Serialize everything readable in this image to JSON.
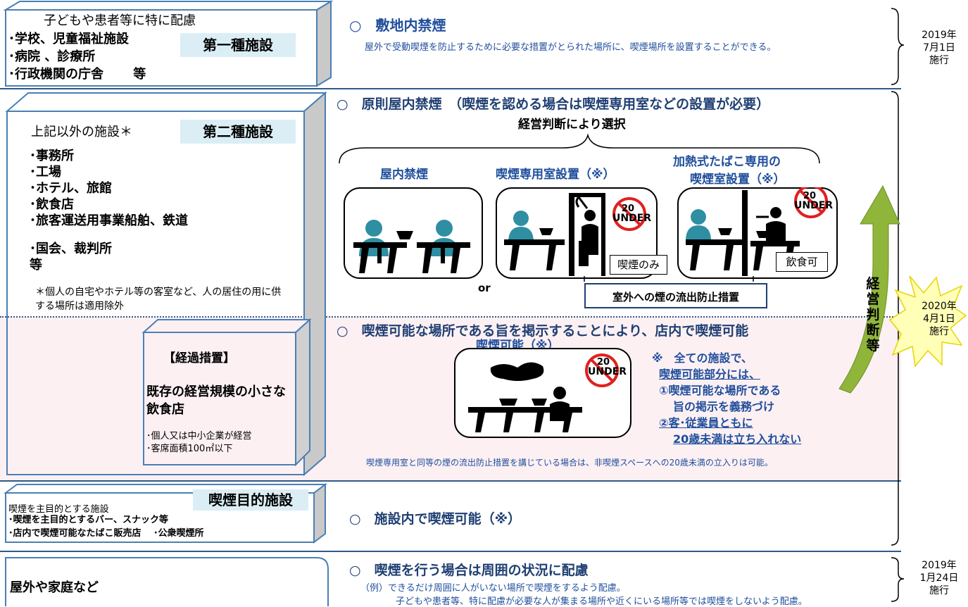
{
  "section1": {
    "header": "子どもや患者等に特に配慮",
    "name": "第一種施設",
    "items": [
      "･学校、児童福祉施設",
      "･病院 、診療所",
      "･行政機関の庁舎　　 等"
    ],
    "rule_title": "○　敷地内禁煙",
    "rule_desc": "屋外で受動喫煙を防止するために必要な措置がとられた場所に、喫煙場所を設置することができる。",
    "date": [
      "2019年",
      "7月1日",
      "施行"
    ]
  },
  "section2": {
    "intro": "上記以外の施設＊",
    "name": "第二種施設",
    "items": [
      "･事務所",
      "･工場",
      "･ホテル、旅館",
      "･飲食店",
      "･旅客運送用事業船舶、鉄道"
    ],
    "items2": [
      "･国会、裁判所",
      "等"
    ],
    "note": "＊個人の自宅やホテル等の客室など、人の居住の用に供する場所は適用除外",
    "rule_title": "○　原則屋内禁煙　（喫煙を認める場合は喫煙専用室などの設置が必要）",
    "choice_label": "経営判断により選択",
    "options": [
      "屋内禁煙",
      "喫煙専用室設置（※）",
      "加熱式たばこ専用の",
      "喫煙室設置（※）"
    ],
    "label_smoking_only": "喫煙のみ",
    "label_eating_ok": "飲食可",
    "or": "or",
    "prevention": "室外への煙の流出防止措置",
    "under": [
      "20",
      "UNDER"
    ],
    "side_label": "経営判断等",
    "date": [
      "2020年",
      "4月1日",
      "施行"
    ]
  },
  "transition": {
    "header": "【経過措置】",
    "title": "既存の経営規模の小さな飲食店",
    "conds": [
      "･個人又は中小企業が経営",
      "･客席面積100㎡以下"
    ],
    "rule_title": "○　喫煙可能な場所である旨を掲示することにより、店内で喫煙可能",
    "sub_label": "喫煙可能（※）",
    "note_lines": [
      "※　全ての施設で、",
      "喫煙可能部分には、",
      "①喫煙可能な場所である",
      "旨の掲示を義務づけ",
      "②客･従業員ともに",
      "20歳未満は立ち入れない"
    ],
    "bottom_note": "喫煙専用室と同等の煙の流出防止措置を講じている場合は、非喫煙スペースへの20歳未満の立入りは可能。"
  },
  "section3": {
    "name": "喫煙目的施設",
    "intro": "喫煙を主目的とする施設",
    "items": [
      "･喫煙を主目的とするバー、スナック等",
      "･店内で喫煙可能なたばこ販売店　 ･公衆喫煙所"
    ],
    "rule_title": "○　施設内で喫煙可能（※）"
  },
  "section4": {
    "name": "屋外や家庭など",
    "rule_title": "○　喫煙を行う場合は周囲の状況に配慮",
    "line1": "（例）できるだけ周囲に人がいない場所で喫煙をするよう配慮。",
    "line2": "子どもや患者等、特に配慮が必要な人が集まる場所や近くにいる場所等では喫煙をしないよう配慮。",
    "date": [
      "2019年",
      "1月24日",
      "施行"
    ]
  },
  "colors": {
    "teal": "#2e8fa3",
    "navy": "#1f3f72",
    "pink": "#fdf0f3",
    "green": "#8fb53b",
    "star": "#ffffb8"
  }
}
